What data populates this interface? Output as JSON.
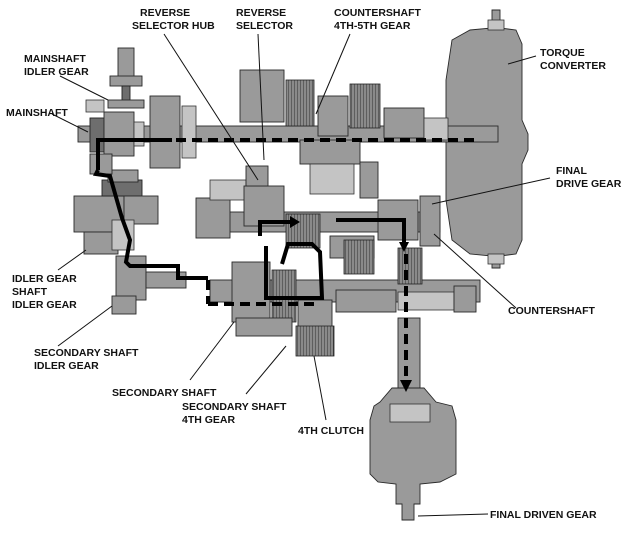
{
  "labels": {
    "reverse_selector_hub": [
      "REVERSE",
      "SELECTOR HUB"
    ],
    "reverse_selector": [
      "REVERSE",
      "SELECTOR"
    ],
    "countershaft_4th_5th_gear": [
      "COUNTERSHAFT",
      "4TH-5TH GEAR"
    ],
    "torque_converter": [
      "TORQUE",
      "CONVERTER"
    ],
    "mainshaft_idler_gear": [
      "MAINSHAFT",
      "IDLER GEAR"
    ],
    "mainshaft": "MAINSHAFT",
    "final_drive_gear": [
      "FINAL",
      "DRIVE GEAR"
    ],
    "idler_gear_shaft_idler_gear": [
      "IDLER GEAR",
      "SHAFT",
      "IDLER GEAR"
    ],
    "countershaft": "COUNTERSHAFT",
    "secondary_shaft_idler_gear": [
      "SECONDARY SHAFT",
      "IDLER GEAR"
    ],
    "secondary_shaft": "SECONDARY SHAFT",
    "secondary_shaft_4th_gear": [
      "SECONDARY SHAFT",
      "4TH GEAR"
    ],
    "fourth_clutch": "4TH CLUTCH",
    "final_driven_gear": "FINAL DRIVEN GEAR"
  }
}
